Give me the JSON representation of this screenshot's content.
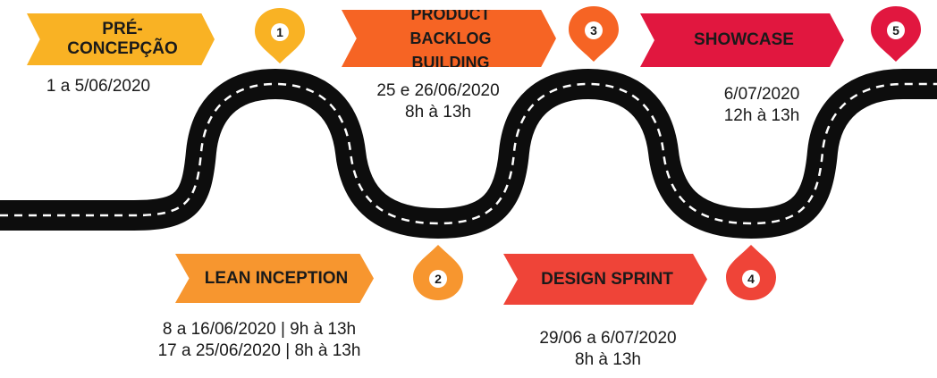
{
  "colors": {
    "road": "#0d0d0d",
    "lane": "#ffffff",
    "stage1": "#f9b224",
    "stage2": "#f7962f",
    "stage3": "#f66424",
    "stage4": "#ef4438",
    "stage5": "#e1173f"
  },
  "stages": [
    {
      "number": "1",
      "title_lines": [
        "PRÉ-CONCEPÇÃO"
      ],
      "info_lines": [
        "1 a 5/06/2020"
      ]
    },
    {
      "number": "2",
      "title_lines": [
        "LEAN INCEPTION"
      ],
      "info_lines": [
        "8 a 16/06/2020 | 9h à 13h",
        "17 a 25/06/2020 | 8h à 13h"
      ]
    },
    {
      "number": "3",
      "title_lines": [
        "PRODUCT BACKLOG",
        "BUILDING"
      ],
      "info_lines": [
        "25 e 26/06/2020",
        "8h à 13h"
      ]
    },
    {
      "number": "4",
      "title_lines": [
        "DESIGN SPRINT"
      ],
      "info_lines": [
        "29/06 a 6/07/2020",
        "8h à 13h"
      ]
    },
    {
      "number": "5",
      "title_lines": [
        "SHOWCASE"
      ],
      "info_lines": [
        "6/07/2020",
        "12h à 13h"
      ]
    }
  ]
}
